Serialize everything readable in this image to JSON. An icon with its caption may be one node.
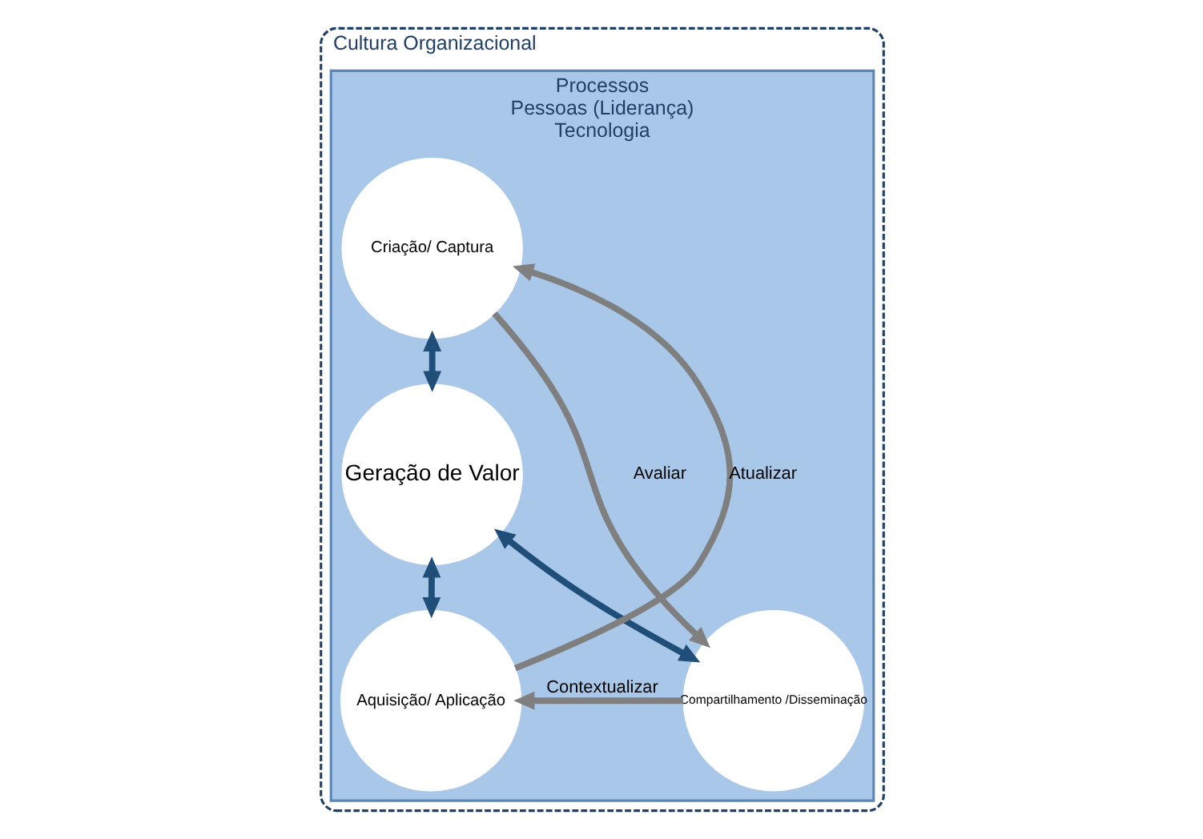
{
  "diagram": {
    "nodes": [
      {
        "text": [
          "Cultura Organizacional"
        ]
      },
      {
        "text": [
          "Processos",
          "Pessoas (Liderança)",
          "Tecnologia"
        ],
        "in": 0
      },
      {
        "text": [
          "Criação/ Captura"
        ],
        "in": 1
      },
      {
        "text": [
          "Geração de Valor"
        ],
        "in": 1
      },
      {
        "text": [
          "Aquisição/ Aplicação"
        ],
        "in": 1
      },
      {
        "text": [
          "Compartilhamento /Disseminação"
        ],
        "in": 1
      }
    ],
    "edges": [
      {
        "from": 2,
        "to": 3,
        "arrow": "both"
      },
      {
        "from": 4,
        "to": 3,
        "arrow": "both"
      },
      {
        "from": 5,
        "to": 3,
        "arrow": "both"
      },
      {
        "from": 4,
        "to": 2,
        "arrow": "to",
        "label": "Atualizar",
        "color": "#7f7f7f"
      },
      {
        "from": 2,
        "to": 5,
        "arrow": "to",
        "label": "Avaliar",
        "color": "#7f7f7f"
      },
      {
        "from": 5,
        "to": 4,
        "arrow": "to",
        "label": "Contextualizar",
        "color": "#7f7f7f"
      }
    ]
  }
}
